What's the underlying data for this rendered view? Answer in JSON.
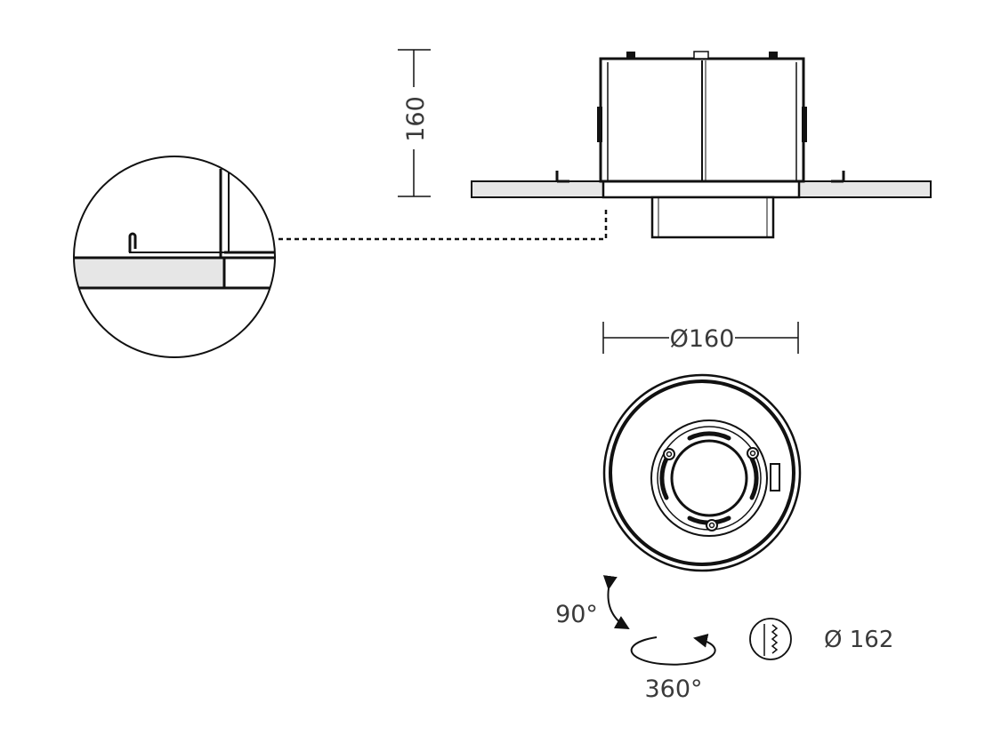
{
  "dimensions": {
    "height": "160",
    "diameter": "Ø160",
    "cutout": "Ø 162"
  },
  "rotation": {
    "tilt": "90°",
    "spin": "360°"
  },
  "icons": {
    "cutout": "saw-cutout-icon",
    "tilt": "curved-double-arrow-icon",
    "spin": "ellipse-rotation-arrow-icon"
  },
  "colors": {
    "line": "#111111",
    "ceiling_fill": "#e6e6e6",
    "text": "#3a3a3a"
  }
}
